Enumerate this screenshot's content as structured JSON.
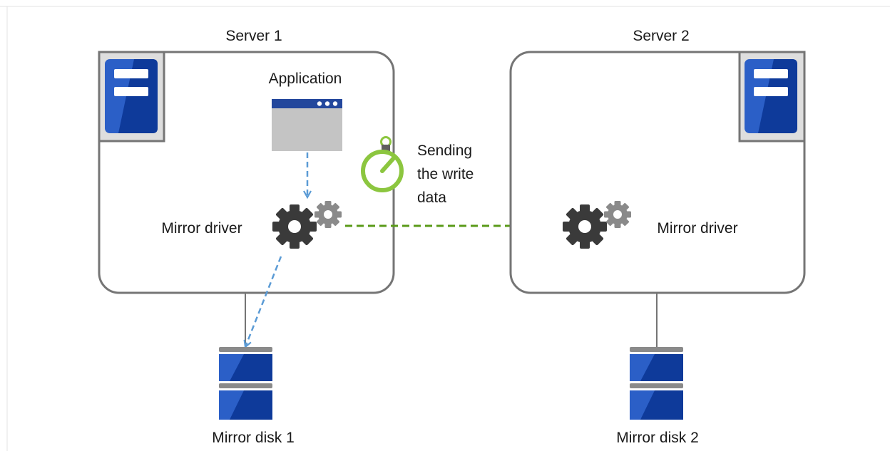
{
  "server1": {
    "title": "Server 1"
  },
  "server2": {
    "title": "Server 2"
  },
  "application": {
    "label": "Application"
  },
  "driver1": {
    "label": "Mirror driver"
  },
  "driver2": {
    "label": "Mirror driver"
  },
  "transfer": {
    "line1": "Sending",
    "line2": "the write",
    "line3": "data"
  },
  "disk1": {
    "label": "Mirror disk 1"
  },
  "disk2": {
    "label": "Mirror disk 2"
  },
  "icons": {
    "server": "server-tower-icon",
    "application": "application-window-icon",
    "driver": "gears-icon",
    "timer": "stopwatch-icon",
    "disk": "disk-stack-icon"
  },
  "colors": {
    "frame": "#757575",
    "server_blue": "#2b5fc7",
    "server_dark": "#0e3a9a",
    "app_bar": "#23479c",
    "app_body": "#c4c4c4",
    "gear_dark": "#3a3a3a",
    "gear_light": "#8a8a8a",
    "local_arrow": "#5b9bd5",
    "remote_arrow": "#5a9a18",
    "timer_green": "#8cc63f"
  }
}
